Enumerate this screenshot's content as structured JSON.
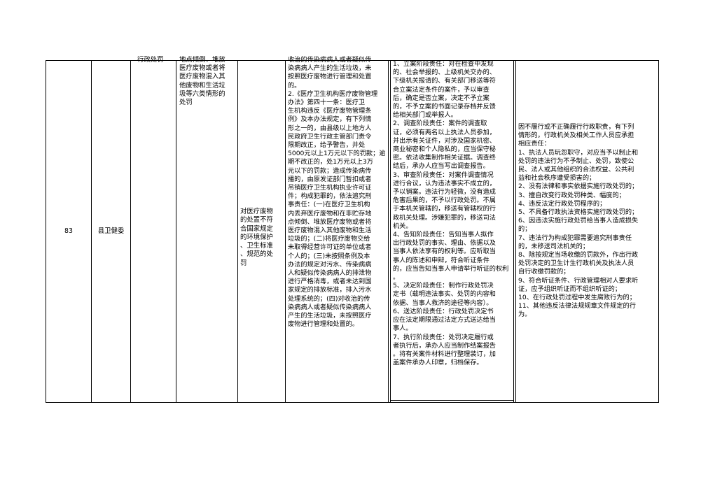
{
  "row": {
    "no": "83",
    "department": "县卫健委",
    "category_fragment": "行政处罚",
    "item_fragment": [
      "地点倾倒、堆放",
      "医疗废物或者将",
      "医疗废物混入其",
      "他废物和生活垃",
      "圾等六类情形的",
      "处罚"
    ],
    "sub_item": [
      "对医疗废物",
      "的处置不符",
      "合国家规定",
      "的环境保护",
      "、卫生标准",
      "、规范的处",
      "罚"
    ],
    "basis": [
      "收治的传染病病人或者疑似传",
      "染病病人产生的生活垃圾，未",
      "按照医疗废物进行管理和处置",
      "的。",
      "2.《医疗卫生机构医疗废物管理",
      "办法》第四十一条：医疗卫",
      "生机构违反《医疗废物管理条",
      "例》及本办法规定，有下列情",
      "形之一的，由县级以上地方人",
      "民政府卫生行政主管部门责令",
      "限期改正，给予警告，并处",
      "5000元以上1万元以下的罚款；逾",
      "期不改正的，处1万元以上3万",
      "元以下的罚款；造成传染病传",
      "播的，由原发证部门暂扣或者",
      "吊销医疗卫生机构执业许可证",
      "件；构成犯罪的，依法追究刑",
      "事责任：(一)在医疗卫生机构",
      "内丢弃医疗废物和在非贮存地",
      "点倾倒、堆放医疗废物或者将",
      "医疗废物混入其他废物和生活",
      "垃圾的；(二)将医疗废物交给",
      "未取得经营许可证的单位或者",
      "个人的；(三)未按照条例及本",
      "办法的规定对污水、传染病病",
      "人和疑似传染病病人的排泄物",
      "进行严格消毒，或者未达到国",
      "家规定的排放标准，排入污水",
      "处理系统的；(四)对收治的传",
      "染病病人或者疑似传染病病人",
      "产生的生活垃圾，未按照医疗",
      "废物进行管理和处置的。"
    ],
    "responsibility": [
      "1、立案阶段责任：对在检查中发现",
      "的、社会举报的、上级机关交办的、",
      "下级机关报请的、有关部门移送等符",
      "合立案法定条件的案件，予以审查",
      "后，确定是否立案，决定不予立案",
      "的，不予立案的书面记录存档并反馈",
      "给相关部门或举报人。",
      "2、调查阶段责任：案件的调查取",
      "证，必须有两名以上执法人员参加，",
      "并出示有关证件，对涉及国家机密、",
      "商业秘密和个人隐私的，应当保守秘",
      "密。依法收集制作相关证据。调查终",
      "结后，承办人应当写出调查报告。",
      "3、审查阶段责任：对案件调查情况",
      "进行合议，认为违法事实不成立的，",
      "予以销案。违法行为轻微，没有造成",
      "危害后果的，不予以行政处罚。不属",
      "于本机关管辖的，移送有管辖权的行",
      "政机关处理。涉嫌犯罪的，移送司法",
      "机关。",
      "4、告知阶段责任：告知当事人拟作",
      "出行政处罚的事实、理由、依据以及",
      "当事人依法享有的权利等。应听取当",
      "事人的陈述和申辩，符合听证条件",
      "的，应当告知当事人申请举行听证的权利",
      "。",
      "5、决定阶段责任：制作行政处罚决",
      "定书（载明违法事实、处罚的内容和",
      "依据、当事人救济的途径等内容）。",
      "6、送达阶段责任：行政处罚决定书",
      "应在法定期限通过法定方式送达给当",
      "事人。",
      "7、执行阶段责任：处罚决定履行或",
      "者执行后，承办人应当制作结案报告",
      "。将有关案件材料进行整理装订，加",
      "盖案件承办人印章，归档保存。"
    ],
    "accountability": [
      "因不履行或不正确履行行政职责，有下列",
      "情形的，行政机关及相关工作人员应承担",
      "相应责任：",
      "1、执法人员玩忽职守，对应当予以制止和",
      "处罚的违法行为不予制止、处罚，致使公",
      "民、法人或其他组织的合法权益、公共利",
      "益和社会秩序遭受损害的；",
      "2、没有法律和事实依据实施行政处罚的；",
      "3、擅自改变行政处罚种类、幅度的；",
      "4、违反法定行政处罚程序的；",
      "5、不具备行政执法资格实施行政处罚的；",
      "6、因违法实施行政处罚给当事人造成损失",
      "的；",
      "7、违法行为构成犯罪需要追究刑事责任",
      "的，未移送司法机关的；",
      "8、除按规定当场收缴的罚款外，作出行政",
      "处罚决定的卫生计生行政机关及执法人员",
      "自行收缴罚款的；",
      "9、符合听证条件、行政管理相对人要求听",
      "证，应予组织听证而不组织听证的；",
      "10、在行政处罚过程中发生腐败行为的；",
      "11、其他违反法律法规规章文件规定的行",
      "为。"
    ]
  }
}
